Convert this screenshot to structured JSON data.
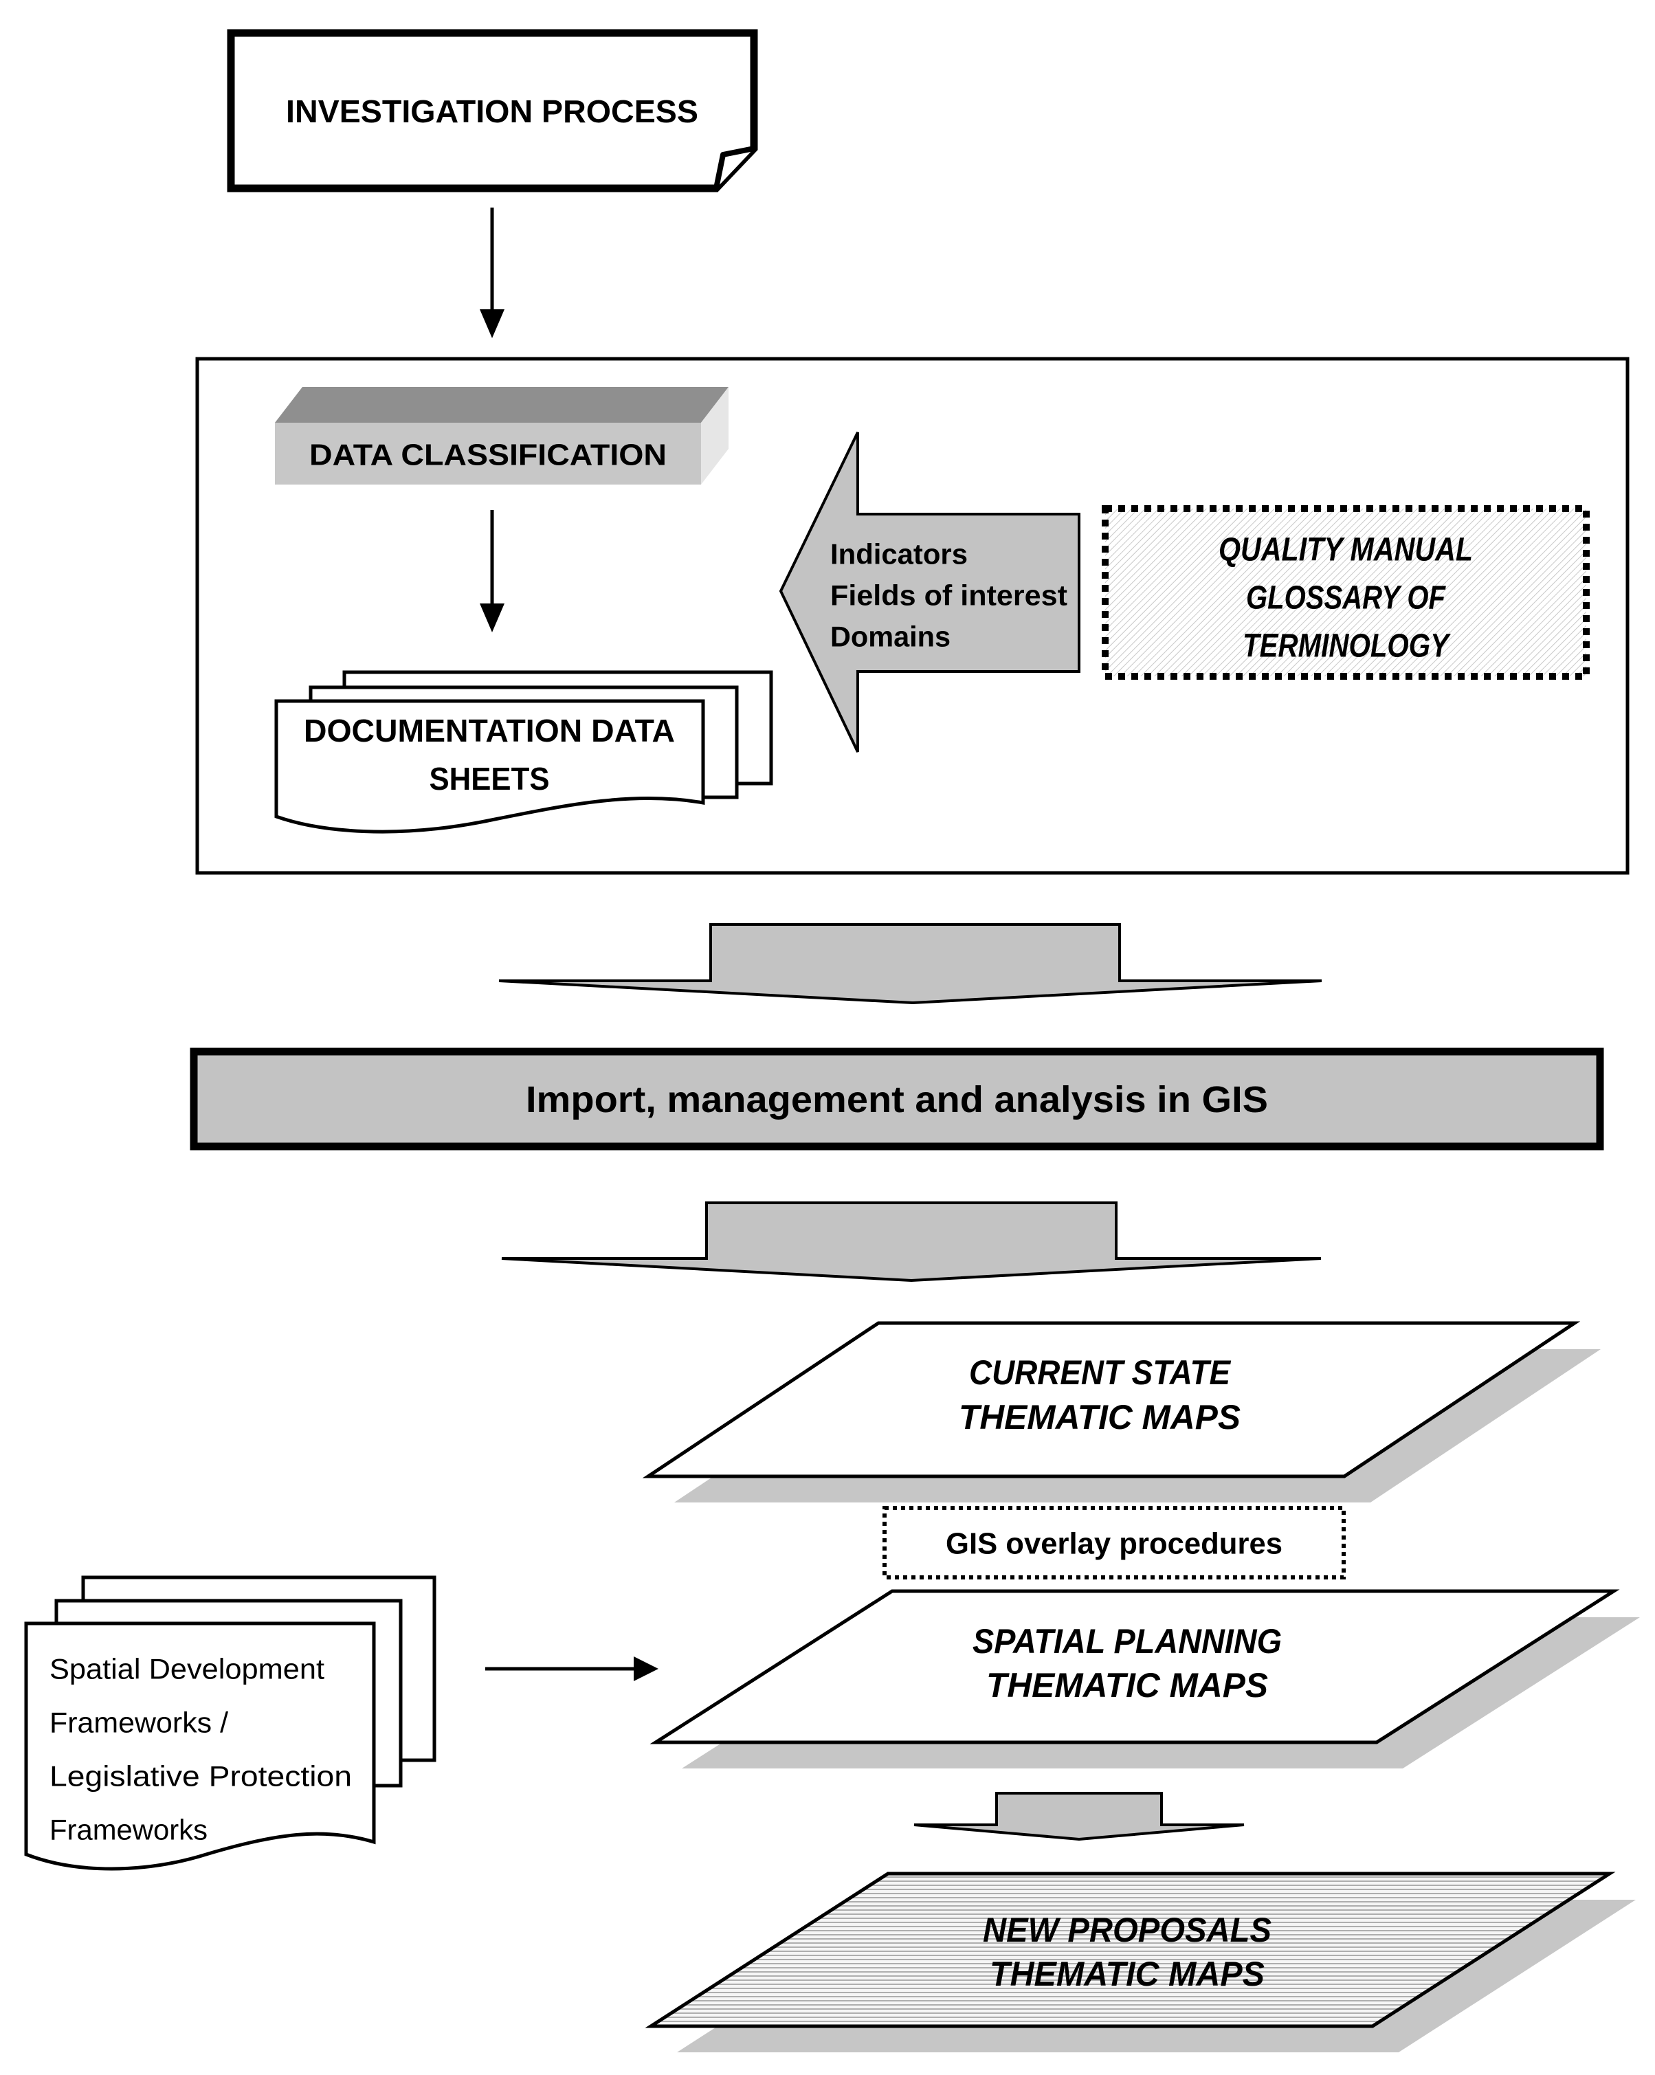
{
  "figure": {
    "nodes": {
      "investigation_process": {
        "label": "INVESTIGATION PROCESS"
      },
      "data_classification": {
        "label": "DATA CLASSIFICATION"
      },
      "documentation_data_sheets": {
        "line1": "DOCUMENTATION DATA",
        "line2": "SHEETS"
      },
      "classification_inputs": {
        "line1": "Indicators",
        "line2": "Fields of interest",
        "line3": "Domains"
      },
      "quality_manual": {
        "line1": "QUALITY MANUAL",
        "line2": "GLOSSARY OF",
        "line3": "TERMINOLOGY"
      },
      "gis_banner": {
        "label": "Import, management and analysis in GIS"
      },
      "current_state_maps": {
        "line1": "CURRENT STATE",
        "line2": "THEMATIC MAPS"
      },
      "gis_overlay": {
        "label": "GIS overlay procedures"
      },
      "spatial_planning_maps": {
        "line1": "SPATIAL PLANNING",
        "line2": "THEMATIC MAPS"
      },
      "frameworks_documents": {
        "line1": "Spatial Development",
        "line2": "Frameworks /",
        "line3": "Legislative Protection",
        "line4": "Frameworks"
      },
      "new_proposals_maps": {
        "line1": "NEW PROPOSALS",
        "line2": "THEMATIC MAPS"
      }
    },
    "colors": {
      "background": "#ffffff",
      "outline": "#000000",
      "shape_gray": "#c3c3c3",
      "cube_top": "#8f8f8f",
      "cube_front": "#c7c7c7",
      "cube_side": "#e6e6e6",
      "shadow_gray": "#c6c6c6",
      "hatch_line": "#c9c9c9",
      "stripe_line": "#aeaeae",
      "stripe_bg": "#f5f5f5"
    }
  }
}
